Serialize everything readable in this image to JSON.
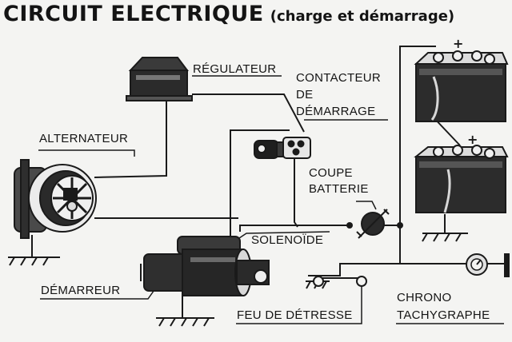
{
  "title": {
    "main": "CIRCUIT ELECTRIQUE",
    "sub": "(charge et démarrage)"
  },
  "labels": {
    "regulateur": "RÉGULATEUR",
    "contacteur_line1": "CONTACTEUR",
    "contacteur_line2": "DE",
    "contacteur_line3": "DÉMARRAGE",
    "alternateur": "ALTERNATEUR",
    "coupe_line1": "COUPE",
    "coupe_line2": "BATTERIE",
    "solenoide": "SOLENOÏDE",
    "demarreur": "DÉMARREUR",
    "feu": "FEU DE DÉTRESSE",
    "chrono_line1": "CHRONO",
    "chrono_line2": "TACHYGRAPHE"
  },
  "symbols": {
    "plus_top": "+",
    "plus_bottom": "+"
  }
}
